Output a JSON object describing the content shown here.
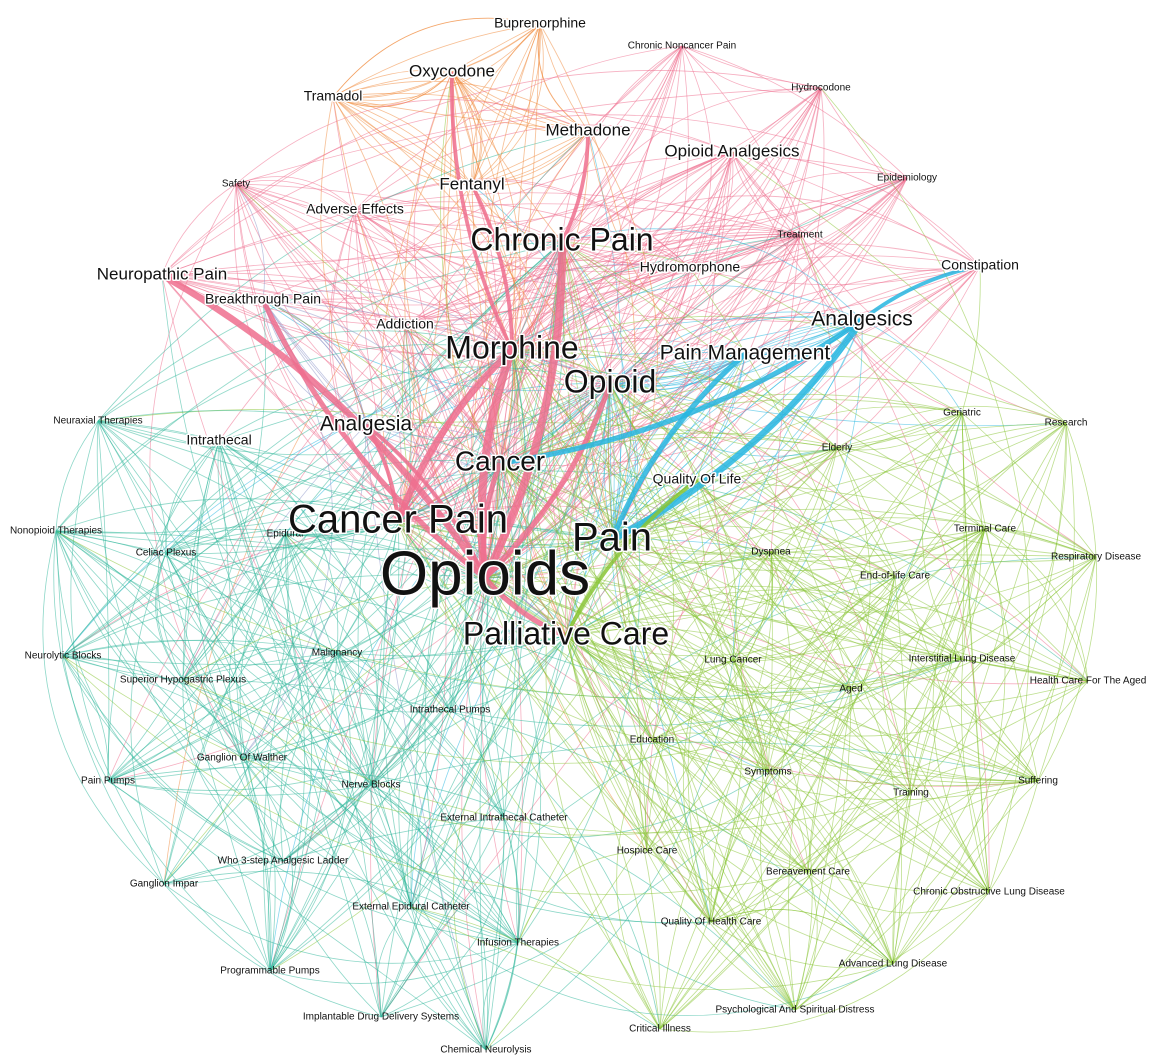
{
  "colors": {
    "pain_cluster": "#ee6e8e",
    "drug_cluster": "#f08a3c",
    "analgesic_cluster": "#27b6e0",
    "palliative_cluster": "#88c435",
    "intervention_cluster": "#2fb79a",
    "bridge": "#8d96c8"
  },
  "nodes": [
    {
      "id": "opioids",
      "label": "Opioids",
      "group": "pain_cluster",
      "weight": 10
    },
    {
      "id": "cancer_pain",
      "label": "Cancer Pain",
      "group": "pain_cluster",
      "weight": 7
    },
    {
      "id": "pain",
      "label": "Pain",
      "group": "analgesic_cluster",
      "weight": 7
    },
    {
      "id": "palliative_care",
      "label": "Palliative Care",
      "group": "palliative_cluster",
      "weight": 6
    },
    {
      "id": "chronic_pain",
      "label": "Chronic Pain",
      "group": "pain_cluster",
      "weight": 6
    },
    {
      "id": "morphine",
      "label": "Morphine",
      "group": "pain_cluster",
      "weight": 6
    },
    {
      "id": "opioid",
      "label": "Opioid",
      "group": "analgesic_cluster",
      "weight": 6
    },
    {
      "id": "cancer",
      "label": "Cancer",
      "group": "pain_cluster",
      "weight": 5
    },
    {
      "id": "analgesics",
      "label": "Analgesics",
      "group": "analgesic_cluster",
      "weight": 4
    },
    {
      "id": "pain_management",
      "label": "Pain Management",
      "group": "analgesic_cluster",
      "weight": 4
    },
    {
      "id": "analgesia",
      "label": "Analgesia",
      "group": "bridge",
      "weight": 4
    },
    {
      "id": "neuropathic_pain",
      "label": "Neuropathic Pain",
      "group": "pain_cluster",
      "weight": 3
    },
    {
      "id": "oxycodone",
      "label": "Oxycodone",
      "group": "drug_cluster",
      "weight": 3
    },
    {
      "id": "fentanyl",
      "label": "Fentanyl",
      "group": "drug_cluster",
      "weight": 3
    },
    {
      "id": "methadone",
      "label": "Methadone",
      "group": "drug_cluster",
      "weight": 3
    },
    {
      "id": "opioid_analgesics",
      "label": "Opioid Analgesics",
      "group": "pain_cluster",
      "weight": 3
    },
    {
      "id": "constipation",
      "label": "Constipation",
      "group": "pain_cluster",
      "weight": 2
    },
    {
      "id": "tramadol",
      "label": "Tramadol",
      "group": "drug_cluster",
      "weight": 2
    },
    {
      "id": "buprenorphine",
      "label": "Buprenorphine",
      "group": "drug_cluster",
      "weight": 2
    },
    {
      "id": "breakthrough_pain",
      "label": "Breakthrough Pain",
      "group": "bridge",
      "weight": 2
    },
    {
      "id": "addiction",
      "label": "Addiction",
      "group": "pain_cluster",
      "weight": 2
    },
    {
      "id": "hydromorphone",
      "label": "Hydromorphone",
      "group": "pain_cluster",
      "weight": 2
    },
    {
      "id": "adverse_effects",
      "label": "Adverse Effects",
      "group": "pain_cluster",
      "weight": 2
    },
    {
      "id": "quality_of_life",
      "label": "Quality Of Life",
      "group": "palliative_cluster",
      "weight": 2
    },
    {
      "id": "chronic_noncancer_pain",
      "label": "Chronic Noncancer Pain",
      "group": "pain_cluster",
      "weight": 1
    },
    {
      "id": "hydrocodone",
      "label": "Hydrocodone",
      "group": "pain_cluster",
      "weight": 1
    },
    {
      "id": "epidemiology",
      "label": "Epidemiology",
      "group": "pain_cluster",
      "weight": 1
    },
    {
      "id": "treatment",
      "label": "Treatment",
      "group": "pain_cluster",
      "weight": 1
    },
    {
      "id": "safety",
      "label": "Safety",
      "group": "pain_cluster",
      "weight": 1
    },
    {
      "id": "intrathecal",
      "label": "Intrathecal",
      "group": "intervention_cluster",
      "weight": 2
    },
    {
      "id": "epidural",
      "label": "Epidural",
      "group": "intervention_cluster",
      "weight": 1
    },
    {
      "id": "neuraxial_therapies",
      "label": "Neuraxial Therapies",
      "group": "intervention_cluster",
      "weight": 1
    },
    {
      "id": "nonopioid_therapies",
      "label": "Nonopioid Therapies",
      "group": "intervention_cluster",
      "weight": 1
    },
    {
      "id": "celiac_plexus",
      "label": "Celiac Plexus",
      "group": "intervention_cluster",
      "weight": 1
    },
    {
      "id": "neurolytic_blocks",
      "label": "Neurolytic Blocks",
      "group": "intervention_cluster",
      "weight": 1
    },
    {
      "id": "malignancy",
      "label": "Malignancy",
      "group": "intervention_cluster",
      "weight": 1
    },
    {
      "id": "superior_hypogastric_plexus",
      "label": "Superior Hypogastric Plexus",
      "group": "intervention_cluster",
      "weight": 1
    },
    {
      "id": "intrathecal_pumps",
      "label": "Intrathecal Pumps",
      "group": "intervention_cluster",
      "weight": 1
    },
    {
      "id": "ganglion_of_walther",
      "label": "Ganglion Of Walther",
      "group": "intervention_cluster",
      "weight": 1
    },
    {
      "id": "pain_pumps",
      "label": "Pain Pumps",
      "group": "intervention_cluster",
      "weight": 1
    },
    {
      "id": "nerve_blocks",
      "label": "Nerve Blocks",
      "group": "intervention_cluster",
      "weight": 1
    },
    {
      "id": "external_intrathecal_catheter",
      "label": "External Intrathecal Catheter",
      "group": "intervention_cluster",
      "weight": 1
    },
    {
      "id": "who_ladder",
      "label": "Who 3-step Analgesic Ladder",
      "group": "intervention_cluster",
      "weight": 1
    },
    {
      "id": "ganglion_impar",
      "label": "Ganglion Impar",
      "group": "intervention_cluster",
      "weight": 1
    },
    {
      "id": "external_epidural_catheter",
      "label": "External Epidural Catheter",
      "group": "intervention_cluster",
      "weight": 1
    },
    {
      "id": "infusion_therapies",
      "label": "Infusion Therapies",
      "group": "intervention_cluster",
      "weight": 1
    },
    {
      "id": "programmable_pumps",
      "label": "Programmable Pumps",
      "group": "intervention_cluster",
      "weight": 1
    },
    {
      "id": "implantable_drug_delivery_systems",
      "label": "Implantable Drug Delivery Systems",
      "group": "intervention_cluster",
      "weight": 1
    },
    {
      "id": "chemical_neurolysis",
      "label": "Chemical Neurolysis",
      "group": "intervention_cluster",
      "weight": 1
    },
    {
      "id": "geriatric",
      "label": "Geriatric",
      "group": "palliative_cluster",
      "weight": 1
    },
    {
      "id": "research",
      "label": "Research",
      "group": "palliative_cluster",
      "weight": 1
    },
    {
      "id": "elderly",
      "label": "Elderly",
      "group": "palliative_cluster",
      "weight": 1
    },
    {
      "id": "terminal_care",
      "label": "Terminal Care",
      "group": "palliative_cluster",
      "weight": 1
    },
    {
      "id": "respiratory_disease",
      "label": "Respiratory Disease",
      "group": "palliative_cluster",
      "weight": 1
    },
    {
      "id": "dyspnea",
      "label": "Dyspnea",
      "group": "palliative_cluster",
      "weight": 1
    },
    {
      "id": "end_of_life_care",
      "label": "End-of-life Care",
      "group": "palliative_cluster",
      "weight": 1
    },
    {
      "id": "interstitial_lung_disease",
      "label": "Interstitial Lung Disease",
      "group": "palliative_cluster",
      "weight": 1
    },
    {
      "id": "lung_cancer",
      "label": "Lung Cancer",
      "group": "palliative_cluster",
      "weight": 1
    },
    {
      "id": "health_care_for_the_aged",
      "label": "Health Care For The Aged",
      "group": "palliative_cluster",
      "weight": 1
    },
    {
      "id": "aged",
      "label": "Aged",
      "group": "palliative_cluster",
      "weight": 1
    },
    {
      "id": "education",
      "label": "Education",
      "group": "palliative_cluster",
      "weight": 1
    },
    {
      "id": "symptoms",
      "label": "Symptoms",
      "group": "palliative_cluster",
      "weight": 1
    },
    {
      "id": "training",
      "label": "Training",
      "group": "palliative_cluster",
      "weight": 1
    },
    {
      "id": "suffering",
      "label": "Suffering",
      "group": "palliative_cluster",
      "weight": 1
    },
    {
      "id": "hospice_care",
      "label": "Hospice Care",
      "group": "palliative_cluster",
      "weight": 1
    },
    {
      "id": "bereavement_care",
      "label": "Bereavement Care",
      "group": "palliative_cluster",
      "weight": 1
    },
    {
      "id": "chronic_obstructive_lung_disease",
      "label": "Chronic Obstructive Lung Disease",
      "group": "palliative_cluster",
      "weight": 1
    },
    {
      "id": "quality_of_health_care",
      "label": "Quality Of Health Care",
      "group": "palliative_cluster",
      "weight": 1
    },
    {
      "id": "advanced_lung_disease",
      "label": "Advanced Lung Disease",
      "group": "palliative_cluster",
      "weight": 1
    },
    {
      "id": "psychological_spiritual_distress",
      "label": "Psychological And Spiritual Distress",
      "group": "palliative_cluster",
      "weight": 1
    },
    {
      "id": "critical_illness",
      "label": "Critical Illness",
      "group": "palliative_cluster",
      "weight": 1
    }
  ],
  "hub_edges": [
    {
      "source": "opioids",
      "target": "morphine",
      "weight": 5
    },
    {
      "source": "opioids",
      "target": "chronic_pain",
      "weight": 5
    },
    {
      "source": "cancer_pain",
      "target": "morphine",
      "weight": 4
    },
    {
      "source": "opioids",
      "target": "neuropathic_pain",
      "weight": 4
    },
    {
      "source": "opioids",
      "target": "breakthrough_pain",
      "weight": 3
    },
    {
      "source": "pain",
      "target": "analgesics",
      "weight": 4
    },
    {
      "source": "pain",
      "target": "pain_management",
      "weight": 3
    },
    {
      "source": "opioids",
      "target": "opioid",
      "weight": 3
    },
    {
      "source": "analgesics",
      "target": "cancer",
      "weight": 3
    },
    {
      "source": "opioids",
      "target": "palliative_care",
      "weight": 3
    },
    {
      "source": "opioids",
      "target": "cancer",
      "weight": 3
    },
    {
      "source": "morphine",
      "target": "fentanyl",
      "weight": 2
    },
    {
      "source": "morphine",
      "target": "oxycodone",
      "weight": 2
    },
    {
      "source": "chronic_pain",
      "target": "methadone",
      "weight": 2
    },
    {
      "source": "analgesics",
      "target": "constipation",
      "weight": 2
    },
    {
      "source": "opioids",
      "target": "analgesia",
      "weight": 2
    },
    {
      "source": "palliative_care",
      "target": "quality_of_life",
      "weight": 2
    },
    {
      "source": "cancer_pain",
      "target": "analgesia",
      "weight": 2
    }
  ]
}
